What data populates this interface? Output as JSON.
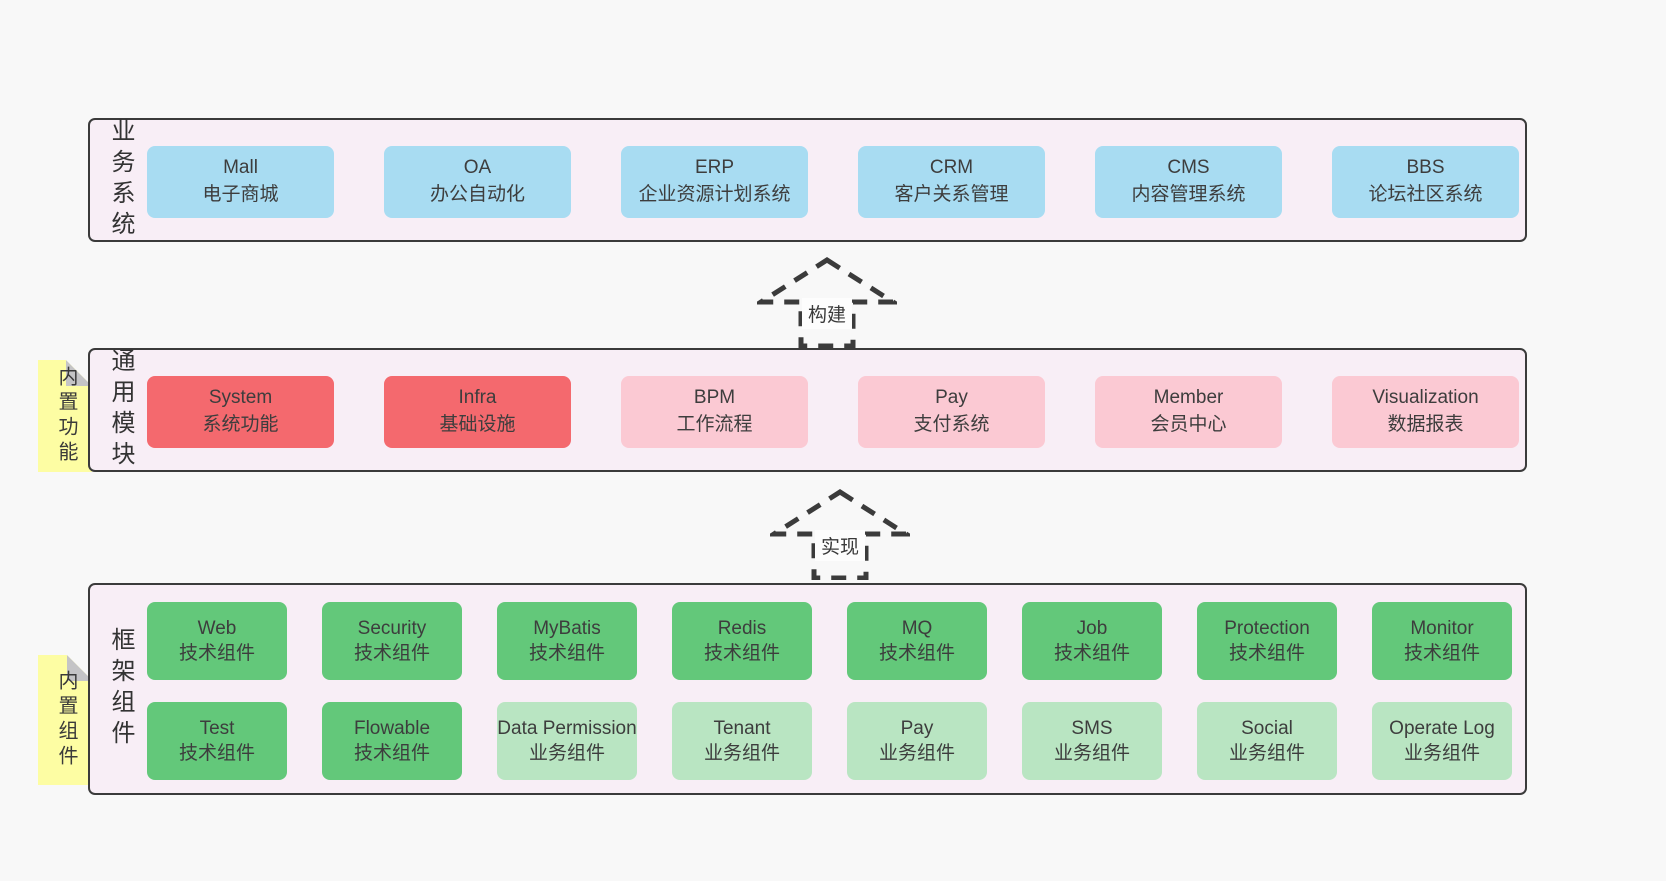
{
  "colors": {
    "page_bg": "#f8f8f8",
    "band_bg": "#f8eef6",
    "band_border": "#3b3b3b",
    "blue_box": "#a8dcf2",
    "red_box": "#f4696e",
    "pink_box": "#fbc9d3",
    "green_dark_box": "#63c87a",
    "green_light_box": "#b9e5c2",
    "sticky_yellow": "#fdfda3",
    "text": "#3d3d3d"
  },
  "bands": [
    {
      "label": "业务系统",
      "items": [
        {
          "name": "Mall",
          "desc": "电子商城"
        },
        {
          "name": "OA",
          "desc": "办公自动化"
        },
        {
          "name": "ERP",
          "desc": "企业资源计划系统"
        },
        {
          "name": "CRM",
          "desc": "客户关系管理"
        },
        {
          "name": "CMS",
          "desc": "内容管理系统"
        },
        {
          "name": "BBS",
          "desc": "论坛社区系统"
        }
      ]
    },
    {
      "label": "通用模块",
      "sticky": "内置功能",
      "items": [
        {
          "name": "System",
          "desc": "系统功能"
        },
        {
          "name": "Infra",
          "desc": "基础设施"
        },
        {
          "name": "BPM",
          "desc": "工作流程"
        },
        {
          "name": "Pay",
          "desc": "支付系统"
        },
        {
          "name": "Member",
          "desc": "会员中心"
        },
        {
          "name": "Visualization",
          "desc": "数据报表"
        }
      ]
    },
    {
      "label": "框架组件",
      "sticky": "内置组件",
      "rows": [
        [
          {
            "name": "Web",
            "desc": "技术组件"
          },
          {
            "name": "Security",
            "desc": "技术组件"
          },
          {
            "name": "MyBatis",
            "desc": "技术组件"
          },
          {
            "name": "Redis",
            "desc": "技术组件"
          },
          {
            "name": "MQ",
            "desc": "技术组件"
          },
          {
            "name": "Job",
            "desc": "技术组件"
          },
          {
            "name": "Protection",
            "desc": "技术组件"
          },
          {
            "name": "Monitor",
            "desc": "技术组件"
          }
        ],
        [
          {
            "name": "Test",
            "desc": "技术组件"
          },
          {
            "name": "Flowable",
            "desc": "技术组件"
          },
          {
            "name": "Data Permission",
            "desc": "业务组件"
          },
          {
            "name": "Tenant",
            "desc": "业务组件"
          },
          {
            "name": "Pay",
            "desc": "业务组件"
          },
          {
            "name": "SMS",
            "desc": "业务组件"
          },
          {
            "name": "Social",
            "desc": "业务组件"
          },
          {
            "name": "Operate Log",
            "desc": "业务组件"
          }
        ]
      ]
    }
  ],
  "arrows": [
    {
      "label": "构建"
    },
    {
      "label": "实现"
    }
  ]
}
